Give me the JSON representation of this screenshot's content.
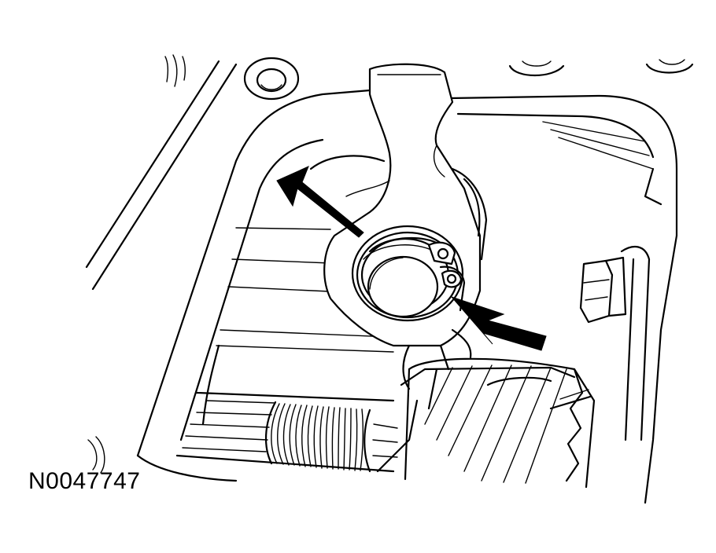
{
  "figure": {
    "id_label": "N0047747",
    "line_color": "#000000",
    "background_color": "#ffffff",
    "callouts": [
      "arrow-pointing-to-selector-shaft-seal",
      "arrow-pointing-to-retaining-clip"
    ]
  }
}
